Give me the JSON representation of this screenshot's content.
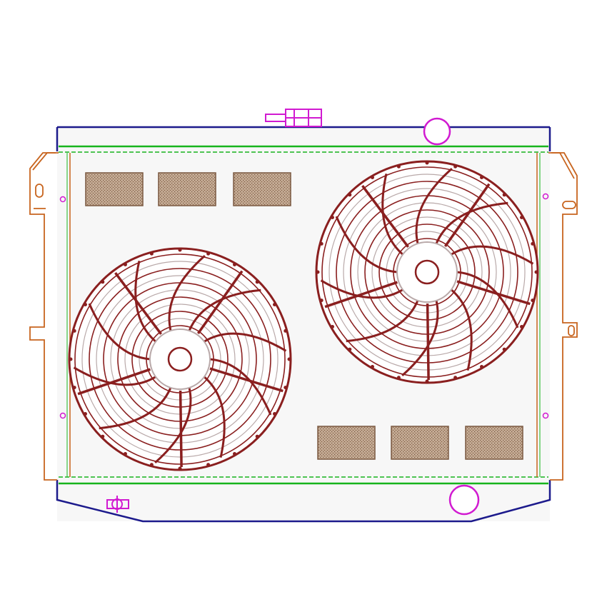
{
  "colors": {
    "background": "#ffffff",
    "panel": "#f7f7f7",
    "outline_blue": "#1c1a8c",
    "tank_green": "#17b41d",
    "bracket_orange": "#c8641e",
    "fitting_magenta": "#d11ad1",
    "fan_red": "#8a1f1f",
    "fan_grey": "#b9a9a9",
    "sticker_fill": "#b79d87",
    "sticker_text": "#5a4030"
  },
  "fans": [
    {
      "name": "left-fan",
      "blades": 10
    },
    {
      "name": "right-fan",
      "blades": 10
    }
  ],
  "labels_top": [
    {
      "name": "top-label-1",
      "text": ""
    },
    {
      "name": "top-label-2",
      "text": ""
    },
    {
      "name": "top-label-3",
      "text": ""
    }
  ],
  "labels_bottom": [
    {
      "name": "bottom-label-1",
      "text": ""
    },
    {
      "name": "bottom-label-2",
      "text": ""
    },
    {
      "name": "bottom-label-3",
      "text": ""
    }
  ]
}
